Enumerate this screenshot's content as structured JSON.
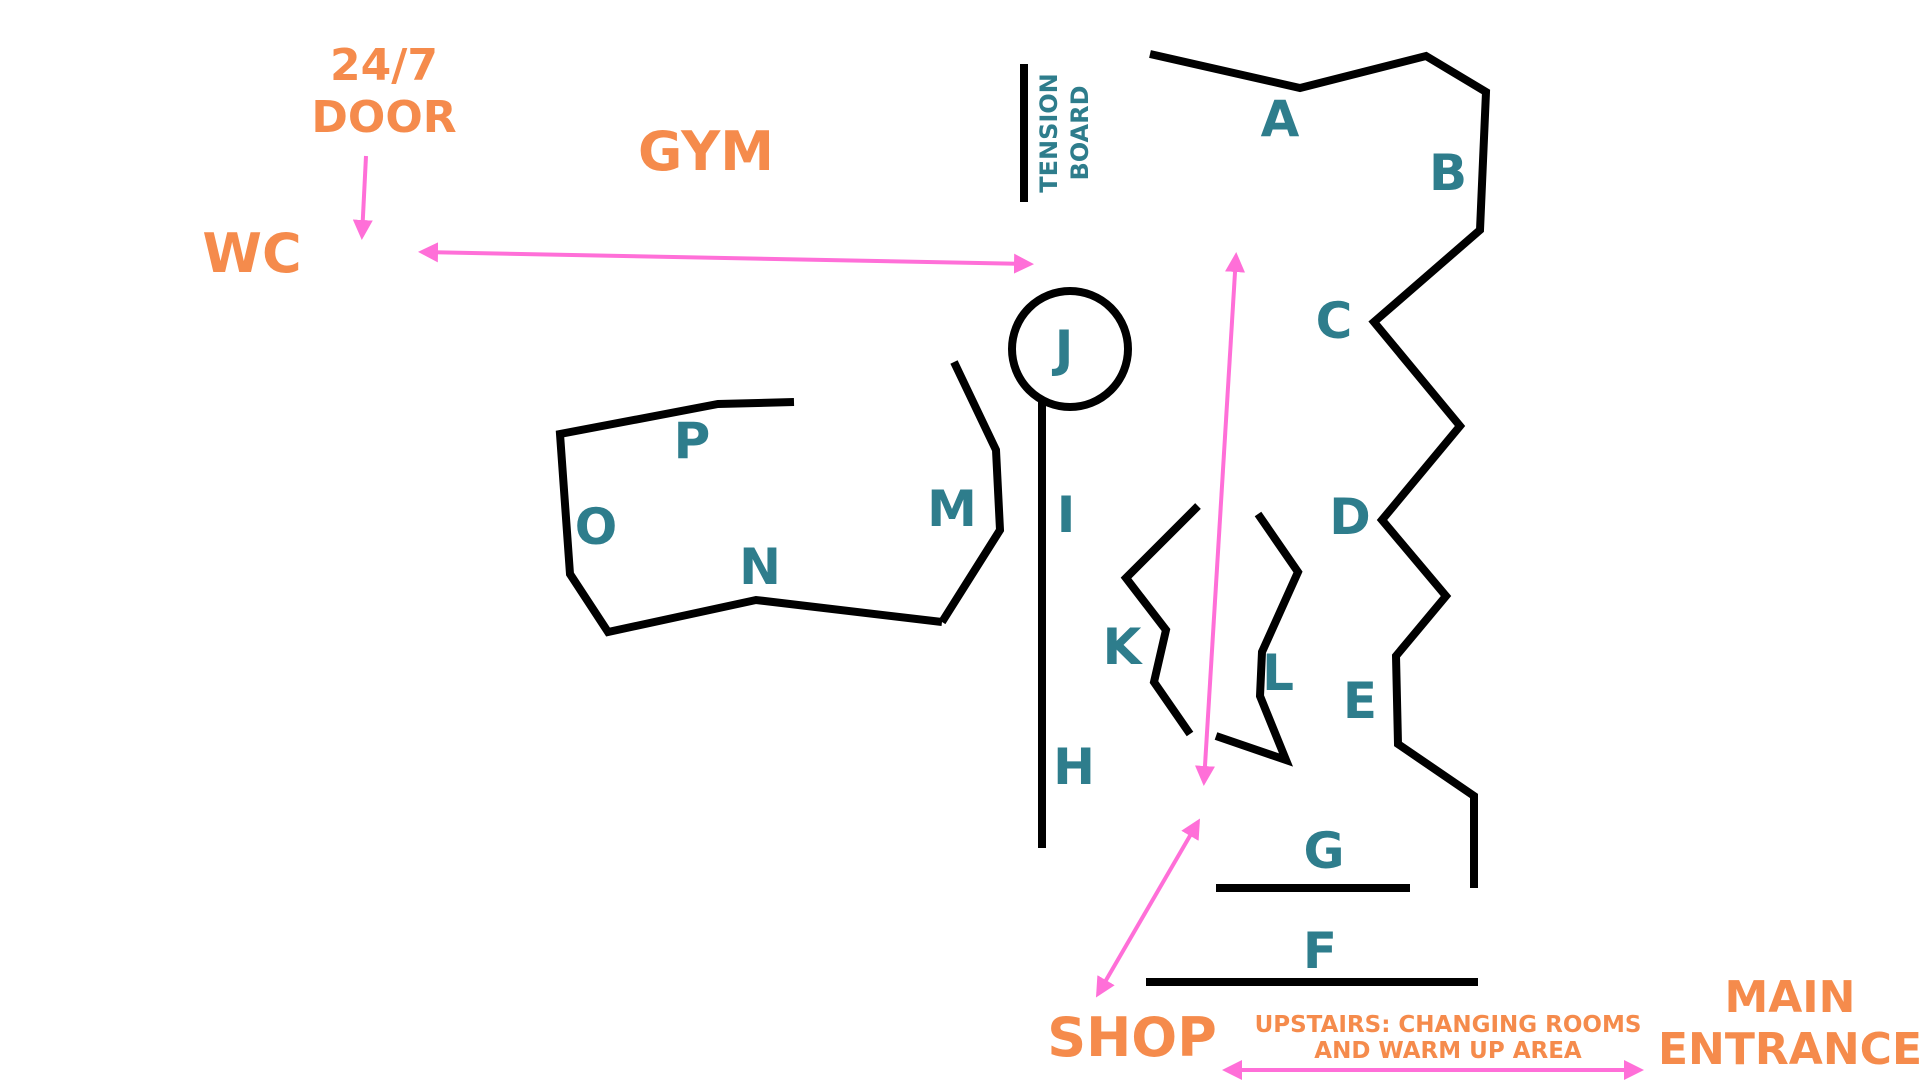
{
  "areas": {
    "door_line1": "24/7",
    "door_line2": "DOOR",
    "gym": "GYM",
    "wc": "WC",
    "tension_line1": "TENSION",
    "tension_line2": "BOARD",
    "shop": "SHOP",
    "upstairs_line1": "UPSTAIRS: CHANGING ROOMS",
    "upstairs_line2": "AND WARM UP AREA",
    "main_line1": "MAIN",
    "main_line2": "ENTRANCE"
  },
  "walls": {
    "a": "A",
    "b": "B",
    "c": "C",
    "d": "D",
    "e": "E",
    "f": "F",
    "g": "G",
    "h": "H",
    "i": "I",
    "j": "J",
    "k": "K",
    "l": "L",
    "m": "M",
    "n": "N",
    "o": "O",
    "p": "P"
  },
  "colors": {
    "area_label": "#F58B4C",
    "wall_label": "#2E7D8C",
    "wall_line": "#000000",
    "route_arrow": "#FF6FD8"
  }
}
